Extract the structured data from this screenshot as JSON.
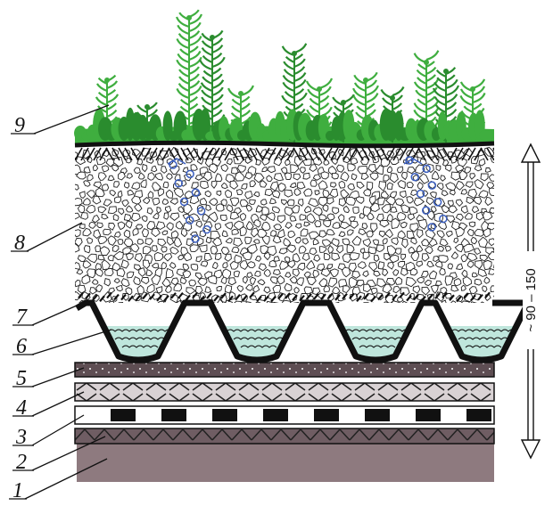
{
  "figure": {
    "layers": [
      {
        "number": "1",
        "name": "base-slab",
        "fill": "#8e7a7f"
      },
      {
        "number": "2",
        "name": "triangle-membrane",
        "fill": "#6f5d63"
      },
      {
        "number": "3",
        "name": "dashed-barrier",
        "fill": "#ffffff"
      },
      {
        "number": "4",
        "name": "x-pattern-sheet",
        "fill": "#d9d2d4"
      },
      {
        "number": "5",
        "name": "speckled-protection",
        "fill": "#5e4e53"
      },
      {
        "number": "6",
        "name": "drainage-profile",
        "fill": "#bfe6dc"
      },
      {
        "number": "7",
        "name": "filter-fabric",
        "fill": "#111111"
      },
      {
        "number": "8",
        "name": "gravel-substrate",
        "fill": "#ffffff"
      },
      {
        "number": "9",
        "name": "vegetation",
        "fill": "#3fae3f"
      }
    ],
    "dimension_label": "~ 90 – 150",
    "colors": {
      "plant_green": "#3fae3f",
      "plant_dark": "#2a8c2e",
      "water": "#bfe6dc",
      "root_blue": "#3b5fc0",
      "line": "#111111"
    }
  }
}
